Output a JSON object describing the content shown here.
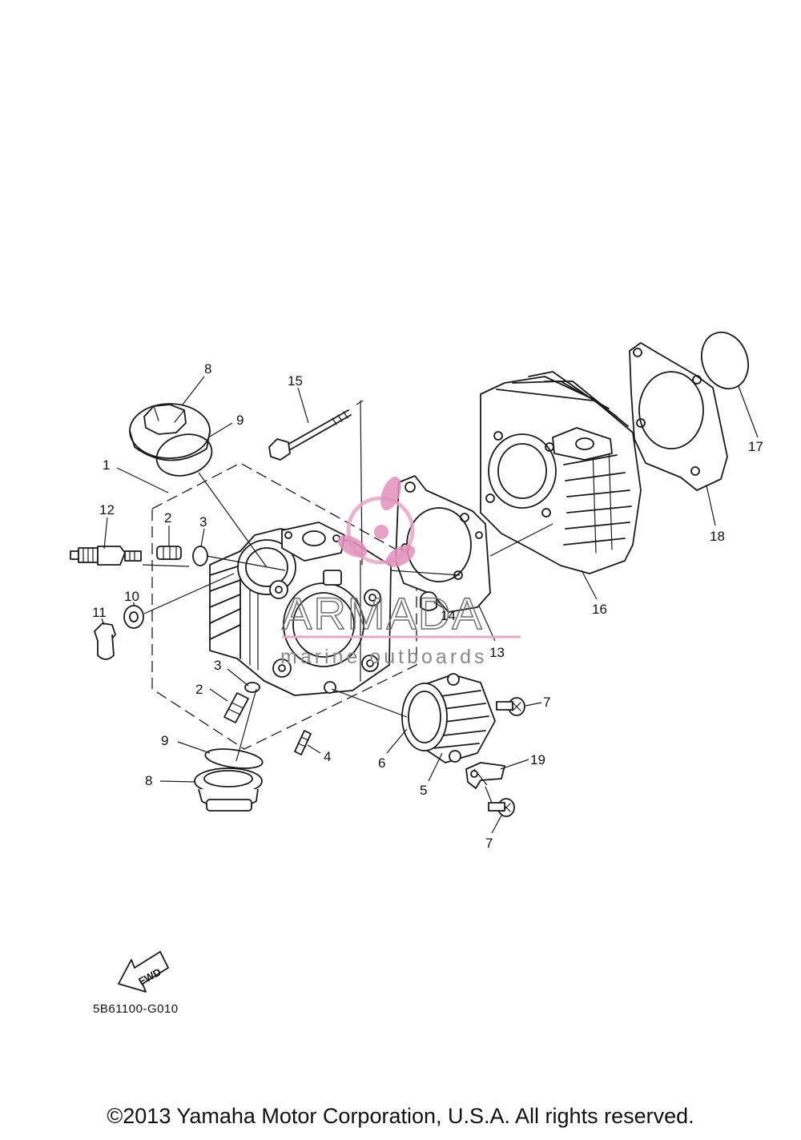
{
  "diagram": {
    "callouts": [
      {
        "id": "c1",
        "label": "1"
      },
      {
        "id": "c2a",
        "label": "2"
      },
      {
        "id": "c2b",
        "label": "2"
      },
      {
        "id": "c3a",
        "label": "3"
      },
      {
        "id": "c3b",
        "label": "3"
      },
      {
        "id": "c4",
        "label": "4"
      },
      {
        "id": "c5",
        "label": "5"
      },
      {
        "id": "c6",
        "label": "6"
      },
      {
        "id": "c7a",
        "label": "7"
      },
      {
        "id": "c7b",
        "label": "7"
      },
      {
        "id": "c8a",
        "label": "8"
      },
      {
        "id": "c8b",
        "label": "8"
      },
      {
        "id": "c9a",
        "label": "9"
      },
      {
        "id": "c9b",
        "label": "9"
      },
      {
        "id": "c10",
        "label": "10"
      },
      {
        "id": "c11",
        "label": "11"
      },
      {
        "id": "c12",
        "label": "12"
      },
      {
        "id": "c13",
        "label": "13"
      },
      {
        "id": "c14",
        "label": "14"
      },
      {
        "id": "c15",
        "label": "15"
      },
      {
        "id": "c16",
        "label": "16"
      },
      {
        "id": "c17",
        "label": "17"
      },
      {
        "id": "c18",
        "label": "18"
      },
      {
        "id": "c19",
        "label": "19"
      }
    ],
    "fwd_label": "FWD",
    "diagram_code": "5B61100-G010"
  },
  "watermark": {
    "title": "ARMADA",
    "subtitle": "marine outboards",
    "color": "#e290bb"
  },
  "footer": {
    "copyright": "©2013 Yamaha Motor Corporation, U.S.A. All rights reserved."
  }
}
